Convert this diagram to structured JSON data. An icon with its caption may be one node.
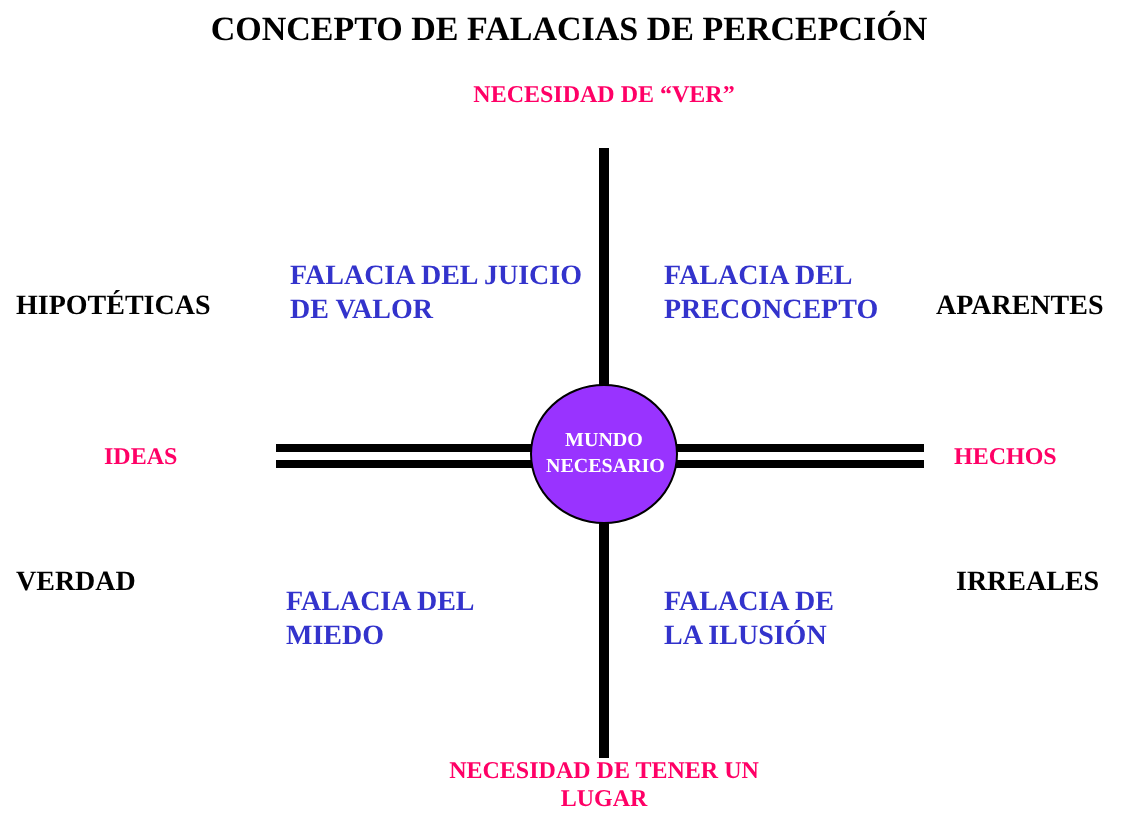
{
  "diagram": {
    "title": "CONCEPTO DE FALACIAS DE PERCEPCIÓN",
    "nodes": [
      {
        "text": [
          "MUNDO NECESARIO"
        ]
      }
    ],
    "labels": [
      "NECESIDAD DE “VER”",
      "HIPOTÉTICAS",
      "FALACIA DEL JUICIO DE VALOR",
      "FALACIA DEL PRECONCEPTO",
      "APARENTES",
      "IDEAS",
      "HECHOS",
      "VERDAD",
      "FALACIA DEL MIEDO",
      "FALACIA DE LA ILUSIÓN",
      "IRREALES",
      "NECESIDAD DE TENER UN LUGAR"
    ]
  }
}
